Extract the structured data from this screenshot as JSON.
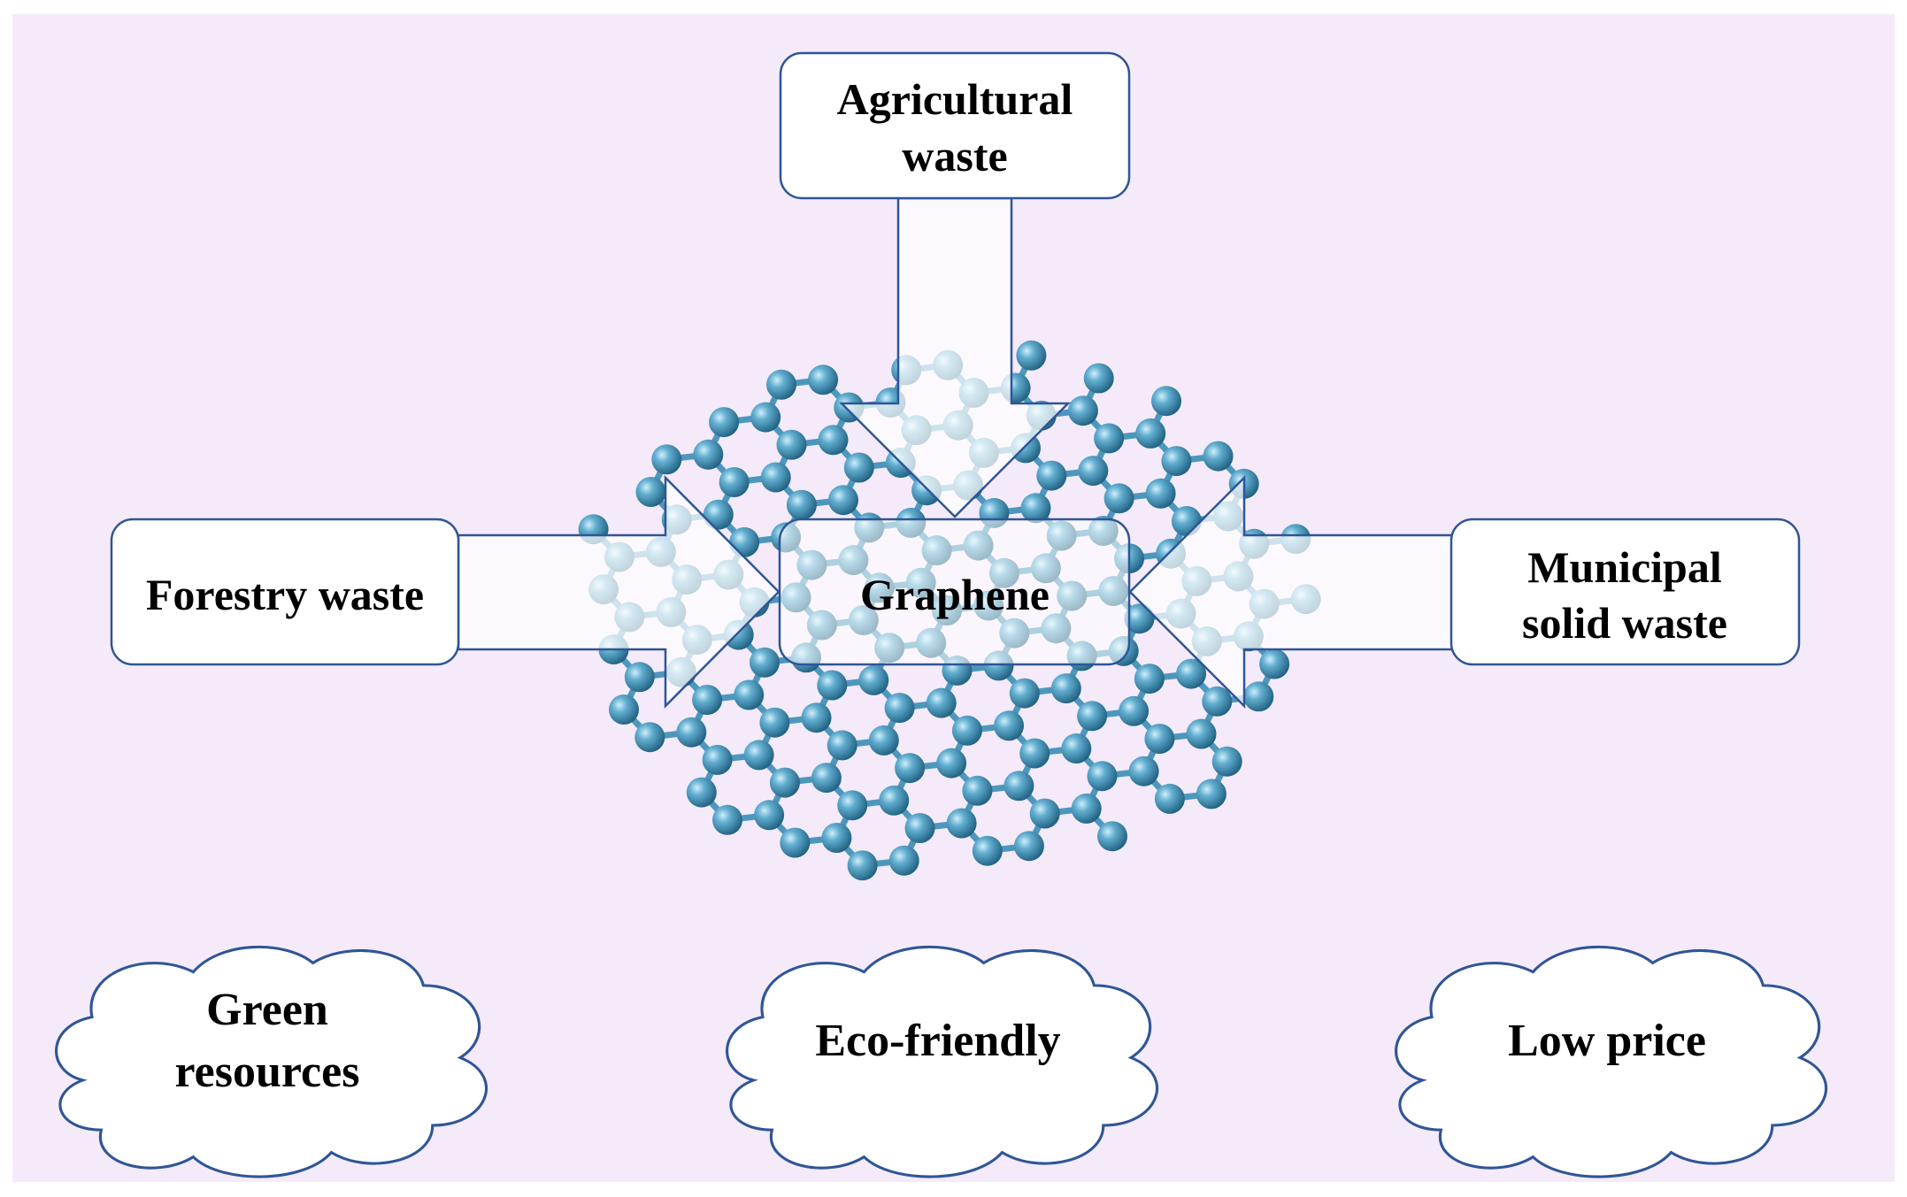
{
  "colors": {
    "canvas": "#f5eafa",
    "box_fill": "#ffffff",
    "box_stroke": "#2f5597",
    "atom": "#3c8fb5",
    "bond": "#4d97bd"
  },
  "nodes": {
    "agricultural_waste": [
      "Agricultural",
      "waste"
    ],
    "forestry_waste": "Forestry waste",
    "graphene": "Graphene",
    "municipal_solid_waste": [
      "Municipal",
      "solid waste"
    ]
  },
  "benefits": {
    "green_resources": [
      "Green",
      "resources"
    ],
    "eco_friendly": "Eco-friendly",
    "low_price": "Low price"
  }
}
